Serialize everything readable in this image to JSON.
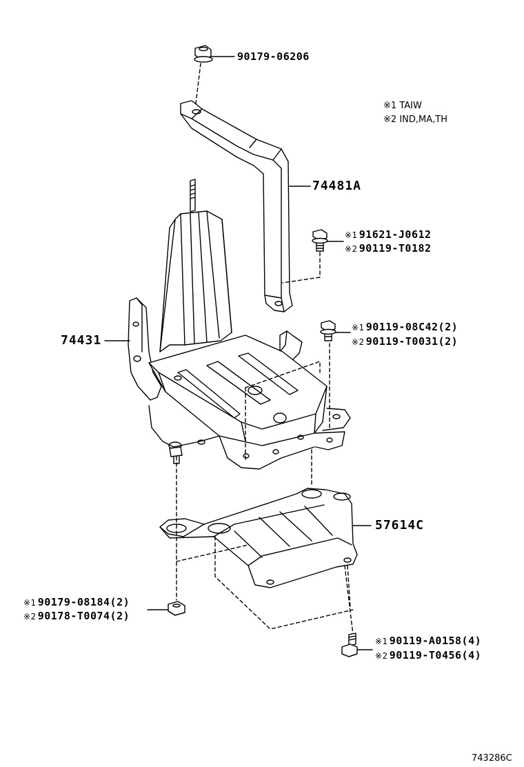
{
  "notes": [
    {
      "mark": "※1",
      "text": "TAIW"
    },
    {
      "mark": "※2",
      "text": "IND,MA,TH"
    }
  ],
  "parts": {
    "nut_top": "90179-06206",
    "bracket": "74481A",
    "bolt_a": [
      {
        "mark": "※1",
        "part": "91621-J0612"
      },
      {
        "mark": "※2",
        "part": "90119-T0182"
      }
    ],
    "tray": "74431",
    "bolt_b": [
      {
        "mark": "※1",
        "part": "90119-08C42",
        "qty": "(2)"
      },
      {
        "mark": "※2",
        "part": "90119-T0031",
        "qty": "(2)"
      }
    ],
    "cover": "57614C",
    "nut_bottom": [
      {
        "mark": "※1",
        "part": "90179-08184",
        "qty": "(2)"
      },
      {
        "mark": "※2",
        "part": "90178-T0074",
        "qty": "(2)"
      }
    ],
    "bolt_c": [
      {
        "mark": "※1",
        "part": "90119-A0158",
        "qty": "(4)"
      },
      {
        "mark": "※2",
        "part": "90119-T0456",
        "qty": "(4)"
      }
    ]
  },
  "illustration_code": "743286C"
}
